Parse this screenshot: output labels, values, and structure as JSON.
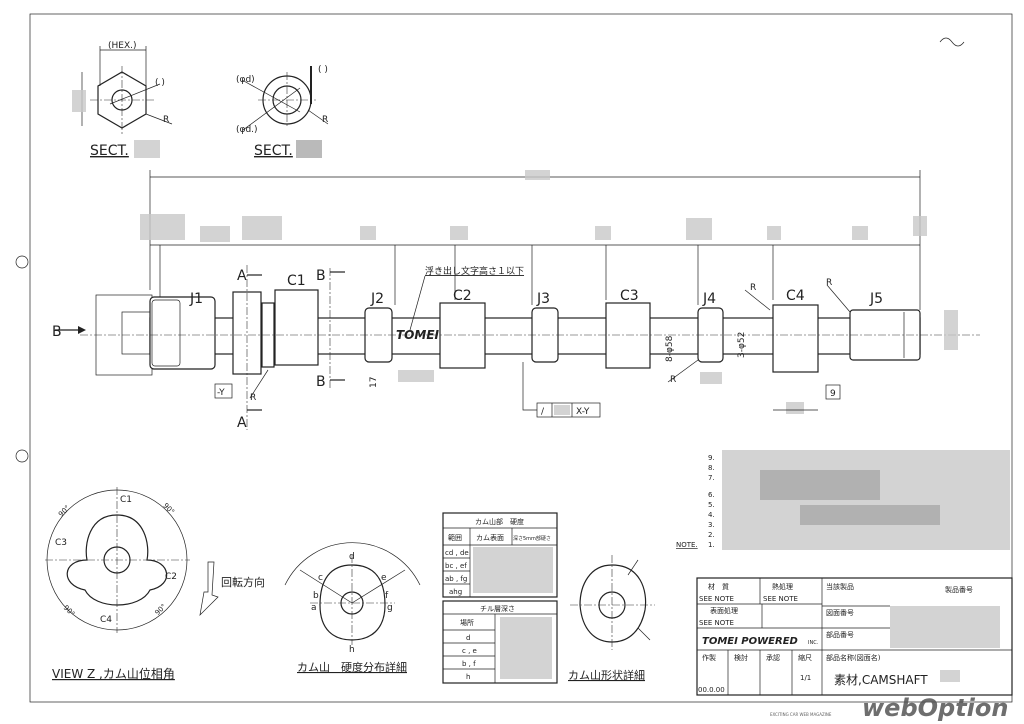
{
  "sections": {
    "hex_label": "(HEX.)",
    "paren": "( )",
    "r": "R",
    "phi_d": "(φd)",
    "phi_d2": "(φd.)",
    "sect1": "SECT.",
    "sect2": "SECT."
  },
  "shaft": {
    "journals": [
      "J1",
      "J2",
      "J3",
      "J4",
      "J5"
    ],
    "cams": [
      "C1",
      "C2",
      "C3",
      "C4"
    ],
    "section_a": "A",
    "section_b": "B",
    "emboss_note": "浮き出し文字高さ１以下",
    "logo": "TOMEI",
    "dia_cam": "8-φ58",
    "dia_journal": "3-φ52",
    "dim_17": "17",
    "datum_y": "-Y",
    "datum_9": "9",
    "runout_symbol": "/",
    "runout_datum": "X-Y",
    "r": "R"
  },
  "view_z": {
    "title": "VIEW Z ,カム山位相角",
    "angle": "90°",
    "cams": [
      "C1",
      "C2",
      "C3",
      "C4"
    ],
    "rotation": "回転方向"
  },
  "hardness": {
    "title": "カム山　硬度分布詳細",
    "points": [
      "d",
      "c",
      "e",
      "b",
      "f",
      "a",
      "g",
      "h"
    ]
  },
  "table1": {
    "title": "カム山部　硬度",
    "headers": [
      "範囲",
      "カム表面",
      "深さ5mm部硬さ"
    ],
    "rows": [
      "cd , de",
      "bc , ef",
      "ab , fg",
      "ahg"
    ]
  },
  "table2": {
    "title": "チル層深さ",
    "header": "場所",
    "rows": [
      "d",
      "c , e",
      "b , f",
      "h"
    ]
  },
  "cam_shape": {
    "title": "カム山形状詳細"
  },
  "notes": {
    "label": "NOTE.",
    "numbers": [
      "9.",
      "8.",
      "7.",
      "6.",
      "5.",
      "4.",
      "3.",
      "2.",
      "1."
    ]
  },
  "title_block": {
    "material_label": "材　質",
    "material": "SEE NOTE",
    "heat_label": "熱処理",
    "heat": "SEE NOTE",
    "surface_label": "表面処理",
    "surface": "SEE NOTE",
    "product_label": "当該製品",
    "product_no_label": "製品番号",
    "drawing_no_label": "図面番号",
    "part_no_label": "部品番号",
    "company": "TOMEI POWERED",
    "company_suffix": "INC.",
    "made_label": "作製",
    "check_label": "検討",
    "approve_label": "承認",
    "scale_label": "縮尺",
    "scale": "1/1",
    "date": "00.0.00",
    "name_label": "部品名称(図面名)",
    "name": "素材,CAMSHAFT"
  },
  "watermark": {
    "brand": "webOption",
    "tagline": "EXCITING CAR WEB MAGAZINE"
  }
}
